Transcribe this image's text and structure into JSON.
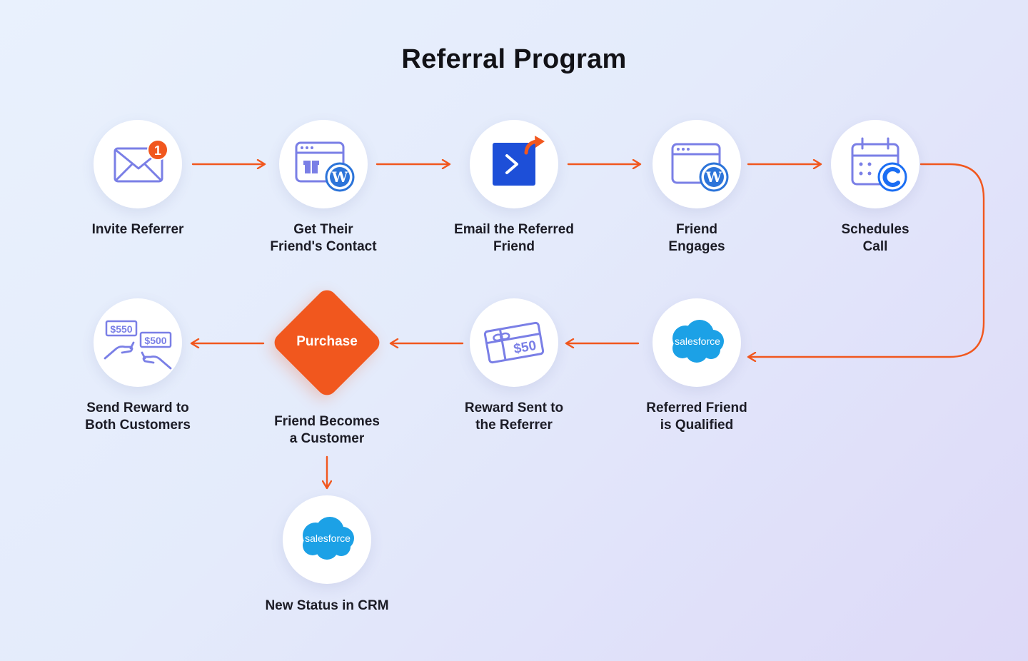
{
  "title": "Referral Program",
  "colors": {
    "accent_orange": "#f1571e",
    "icon_purple": "#7a7fe6",
    "activecampaign_blue": "#1d4fd8",
    "salesforce_blue": "#1ca1e6",
    "calendly_blue": "#1b6ef3",
    "wordpress_blue": "#2c74d9"
  },
  "steps": [
    {
      "icon": "envelope-notification-icon",
      "badge": "1",
      "label": [
        "Invite Referrer"
      ]
    },
    {
      "icon": "wordpress-gift-window-icon",
      "label": [
        "Get Their",
        "Friend's Contact"
      ]
    },
    {
      "icon": "activecampaign-send-icon",
      "label": [
        "Email the Referred",
        "Friend"
      ]
    },
    {
      "icon": "wordpress-window-icon",
      "label": [
        "Friend",
        "Engages"
      ]
    },
    {
      "icon": "calendly-calendar-icon",
      "label": [
        "Schedules",
        "Call"
      ]
    },
    {
      "icon": "salesforce-cloud-icon",
      "logo_text": "salesforce",
      "label": [
        "Referred Friend",
        "is Qualified"
      ]
    },
    {
      "icon": "gift-card-icon",
      "card_value": "$50",
      "label": [
        "Reward Sent to",
        "the Referrer"
      ]
    },
    {
      "shape": "decision-diamond",
      "shape_text": "Purchase",
      "label": [
        "Friend Becomes",
        "a Customer"
      ]
    },
    {
      "icon": "cash-reward-hands-icon",
      "card_values": [
        "$550",
        "$500"
      ],
      "label": [
        "Send Reward to",
        "Both Customers"
      ]
    },
    {
      "icon": "salesforce-cloud-icon",
      "logo_text": "salesforce",
      "label": [
        "New Status in CRM"
      ]
    }
  ]
}
